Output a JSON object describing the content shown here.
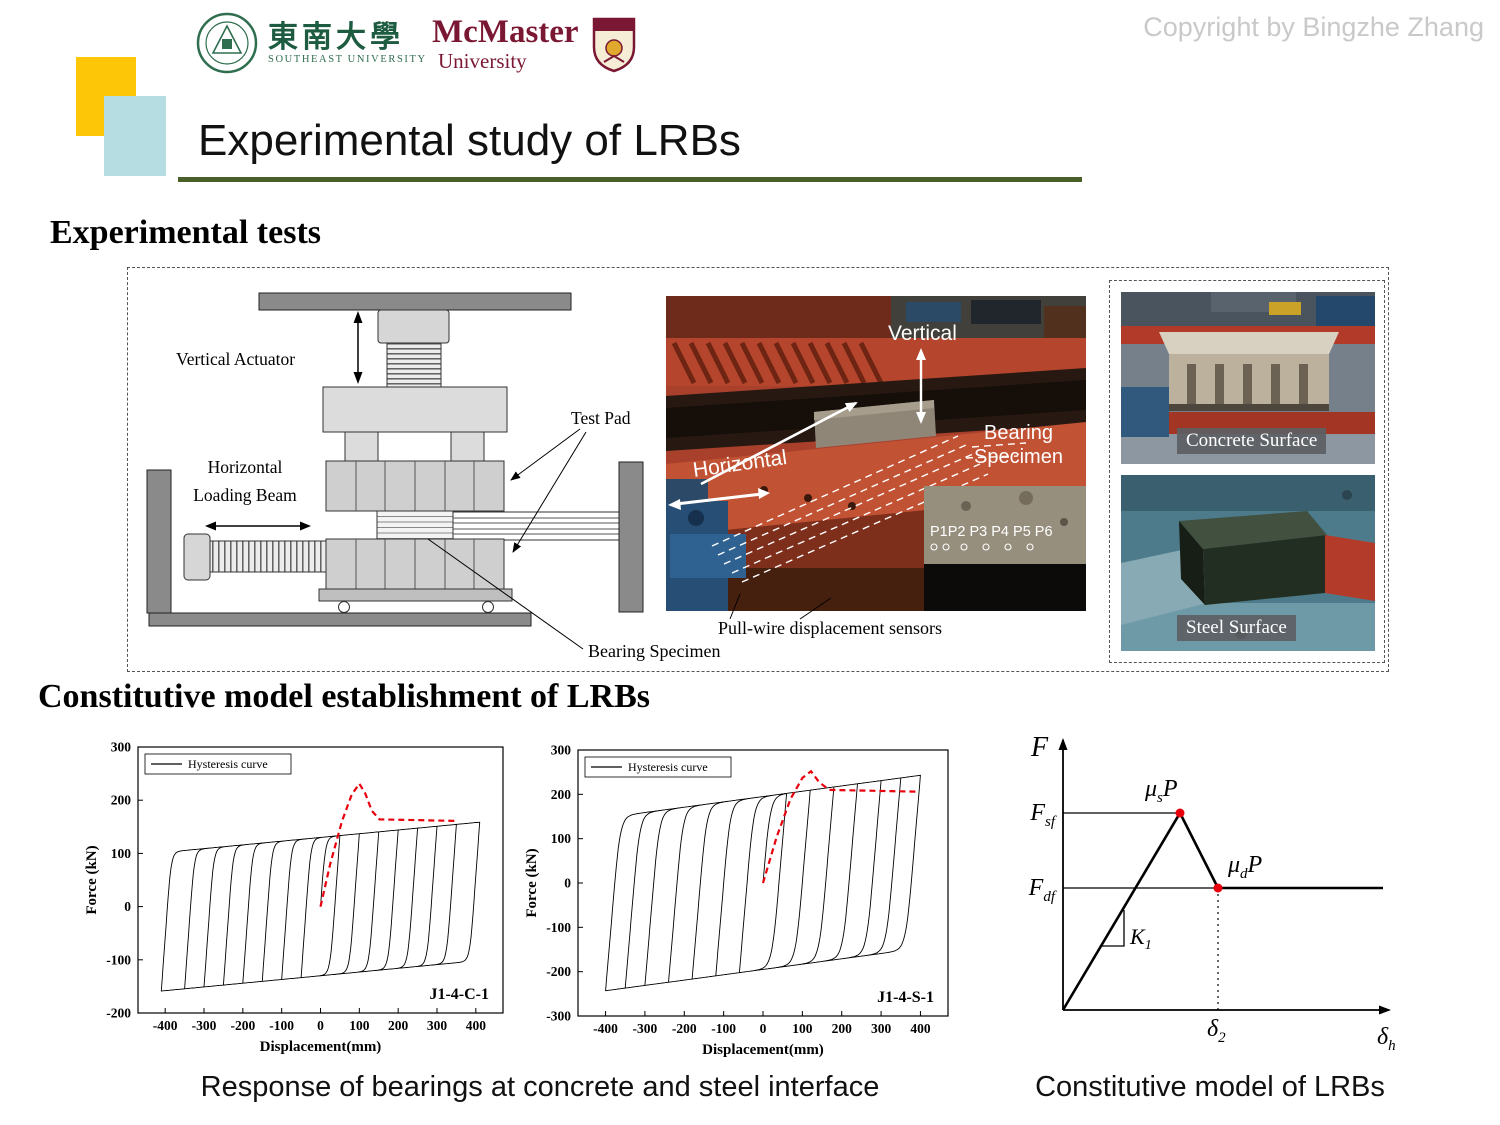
{
  "header": {
    "copyright": "Copyright by Bingzhe Zhang",
    "title": "Experimental study of LRBs",
    "seu_name": "東南大學",
    "seu_sub": "SOUTHEAST UNIVERSITY",
    "mcmaster_name": "McMaster",
    "mcmaster_sub": "University"
  },
  "sections": {
    "experimental_tests": "Experimental tests",
    "constitutive_model": "Constitutive model establishment of LRBs"
  },
  "schematic": {
    "vertical_actuator": "Vertical Actuator",
    "test_pad": "Test Pad",
    "horizontal_line1": "Horizontal",
    "horizontal_line2": "Loading Beam",
    "bearing_specimen": "Bearing Specimen",
    "pull_wire_sensors": "Pull-wire displacement sensors"
  },
  "photo": {
    "vertical": "Vertical",
    "horizontal": "Horizontal",
    "bearing_line1": "Bearing",
    "bearing_line2": "Specimen",
    "sensor_points": "P1P2 P3 P4 P5 P6",
    "concrete_label": "Concrete Surface",
    "steel_label": "Steel Surface"
  },
  "model": {
    "f": "F",
    "fsf": {
      "base": "F",
      "sub": "sf"
    },
    "fdf": {
      "base": "F",
      "sub": "df"
    },
    "mus": {
      "base": "μ",
      "sub": "s",
      "tail": "P"
    },
    "mud": {
      "base": "μ",
      "sub": "d",
      "tail": "P"
    },
    "k1": {
      "base": "K",
      "sub": "1"
    },
    "delta2": {
      "base": "δ",
      "sub": "2"
    },
    "deltah": {
      "base": "δ",
      "sub": "h"
    }
  },
  "captions": {
    "left": "Response of bearings at concrete and steel interface",
    "right": "Constitutive model of LRBs"
  },
  "colors": {
    "accent_green": "#4a5f28",
    "deco_yellow": "#fdc707",
    "deco_cyan": "#b5dde2",
    "backbone_red": "#e8000d",
    "mcmaster_maroon": "#7a1733",
    "seu_green": "#2f6e4f"
  },
  "chart_data": [
    {
      "type": "line",
      "name": "J1-4-C-1",
      "legend": "Hysteresis curve",
      "xlabel": "Displacement(mm)",
      "ylabel": "Force (kN)",
      "xlim": [
        -470,
        470
      ],
      "ylim": [
        -200,
        300
      ],
      "xticks": [
        -400,
        -300,
        -200,
        -100,
        0,
        100,
        200,
        300,
        400
      ],
      "yticks": [
        -200,
        -100,
        0,
        100,
        200,
        300
      ],
      "loops": {
        "amplitudes": [
          50,
          100,
          150,
          200,
          250,
          300,
          350,
          410
        ],
        "Qd": 130,
        "k2": 0.07,
        "xy": 13,
        "n": 2
      },
      "backbone": [
        [
          0,
          0
        ],
        [
          25,
          80
        ],
        [
          55,
          160
        ],
        [
          80,
          210
        ],
        [
          100,
          231
        ],
        [
          115,
          213
        ],
        [
          132,
          180
        ],
        [
          152,
          164
        ],
        [
          350,
          161
        ]
      ],
      "grid": false,
      "legend_position": "top-left"
    },
    {
      "type": "line",
      "name": "J1-4-S-1",
      "legend": "Hysteresis curve",
      "xlabel": "Displacement(mm)",
      "ylabel": "Force (kN)",
      "xlim": [
        -470,
        470
      ],
      "ylim": [
        -300,
        300
      ],
      "xticks": [
        -400,
        -300,
        -200,
        -100,
        0,
        100,
        200,
        300,
        400
      ],
      "yticks": [
        -300,
        -200,
        -100,
        0,
        100,
        200,
        300
      ],
      "loops": {
        "amplitudes": [
          60,
          120,
          180,
          240,
          300,
          350,
          400
        ],
        "Qd": 195,
        "k2": 0.12,
        "xy": 19,
        "n": 2
      },
      "backbone": [
        [
          0,
          0
        ],
        [
          35,
          105
        ],
        [
          70,
          190
        ],
        [
          100,
          237
        ],
        [
          122,
          252
        ],
        [
          142,
          228
        ],
        [
          168,
          210
        ],
        [
          395,
          206
        ]
      ],
      "grid": false,
      "legend_position": "top-left"
    }
  ]
}
